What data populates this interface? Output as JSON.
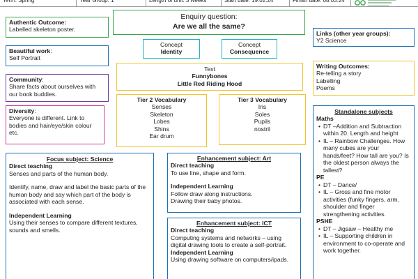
{
  "header": {
    "term": "Term: Spring",
    "year_group": "Year Group: 1",
    "unit_length": "Length of unit: 3 weeks",
    "start_date": "Start date: 19.02.24",
    "finish_date": "Finish date: 08.03.24",
    "logo_color": "#3aa64c"
  },
  "enquiry": {
    "label": "Enquiry question:",
    "question": "Are we all the same?"
  },
  "concepts": [
    {
      "label": "Concept",
      "value": "Identity"
    },
    {
      "label": "Concept",
      "value": "Consequence"
    }
  ],
  "text_box": {
    "label": "Text",
    "titles": [
      "Funnybones",
      "Little Red Riding Hood"
    ]
  },
  "tier2": {
    "title": "Tier 2 Vocabulary",
    "words": [
      "Senses",
      "Skeleton",
      "Lobes",
      "Shins",
      "Ear drum"
    ]
  },
  "tier3": {
    "title": "Tier 3 Vocabulary",
    "words": [
      "Iris",
      "Soles",
      "Pupils",
      "nostril"
    ]
  },
  "authentic_outcome": {
    "title": "Authentic Outcome",
    "body": "Labelled skeleton poster."
  },
  "beautiful_work": {
    "title": "Beautiful work",
    "body": "Self Portrait"
  },
  "community": {
    "title": "Community",
    "body": "Share facts about ourselves with our book buddies."
  },
  "diversity": {
    "title": "Diversity",
    "body": "Everyone is different.  Link to bodies and hair/eye/skin colour etc."
  },
  "links": {
    "title": "Links (other year groups)",
    "body": "Y2 Science"
  },
  "writing_outcomes": {
    "title": "Writing Outcomes",
    "items": [
      "Re-telling a story",
      "Labelling",
      "Poems"
    ]
  },
  "focus": {
    "title": "Focus subject: Science",
    "direct_heading": "Direct teaching",
    "direct_line1": "Senses and parts of the human body.",
    "direct_line2": "Identify, name, draw and label the basic parts of the human body and say which part of the body is associated with each sense.",
    "independent_heading": "Independent Learning",
    "independent_body": "Using their senses to compare different textures, sounds and smells."
  },
  "art": {
    "title": "Enhancement  subject: Art",
    "direct_heading": "Direct teaching",
    "direct_body": "To use line, shape and form.",
    "independent_heading": "Independent Learning",
    "independent_line1": "Follow draw along instructions.",
    "independent_line2": "Drawing their baby photos."
  },
  "ict": {
    "title": "Enhancement  subject: ICT",
    "direct_heading": "Direct teaching",
    "direct_body": "Computing systems and networks – using digital drawing tools to create a self-portrait.",
    "independent_heading": "Independent Learning",
    "independent_body": "Using drawing software on computers/ipads."
  },
  "standalone": {
    "title": "Standalone  subjects",
    "maths_heading": "Maths",
    "maths_items": [
      "DT –Addition and Subtraction within 20. Length and height",
      "IL – Rainbow Challenges. How many cubes are your hands/feet?  How tall are you?  Is the oldest person always the tallest?"
    ],
    "pe_heading": "PE",
    "pe_items": [
      "DT – Dance/",
      "IL – Gross and fine motor activities (funky fingers, arm, shoulder and finger strengthening activities."
    ],
    "pshe_heading": "PSHE",
    "pshe_items": [
      "DT – Jigsaw – Healthy me",
      "IL – Supporting children in environment to co-operate and work together."
    ]
  }
}
